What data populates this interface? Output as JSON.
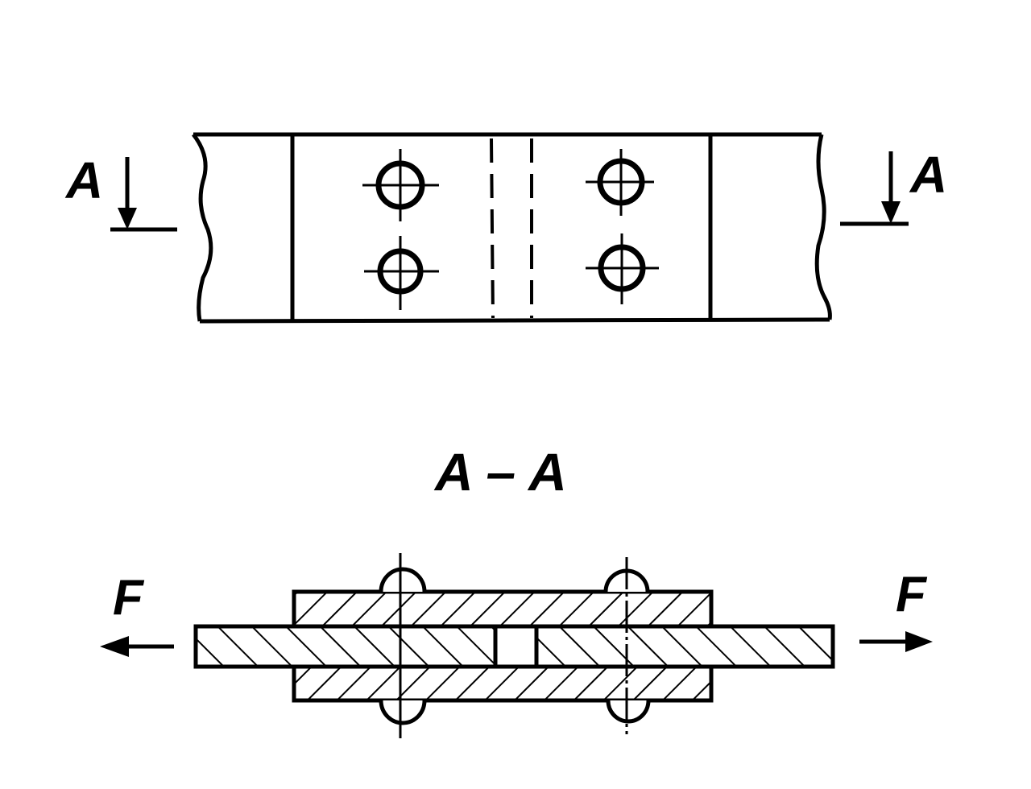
{
  "plan_view": {
    "section_marker_left": "A",
    "section_marker_right": "A"
  },
  "section_view": {
    "title": "A – A",
    "force_left": "F",
    "force_right": "F"
  },
  "colors": {
    "ink": "#000000",
    "paper": "#ffffff"
  }
}
